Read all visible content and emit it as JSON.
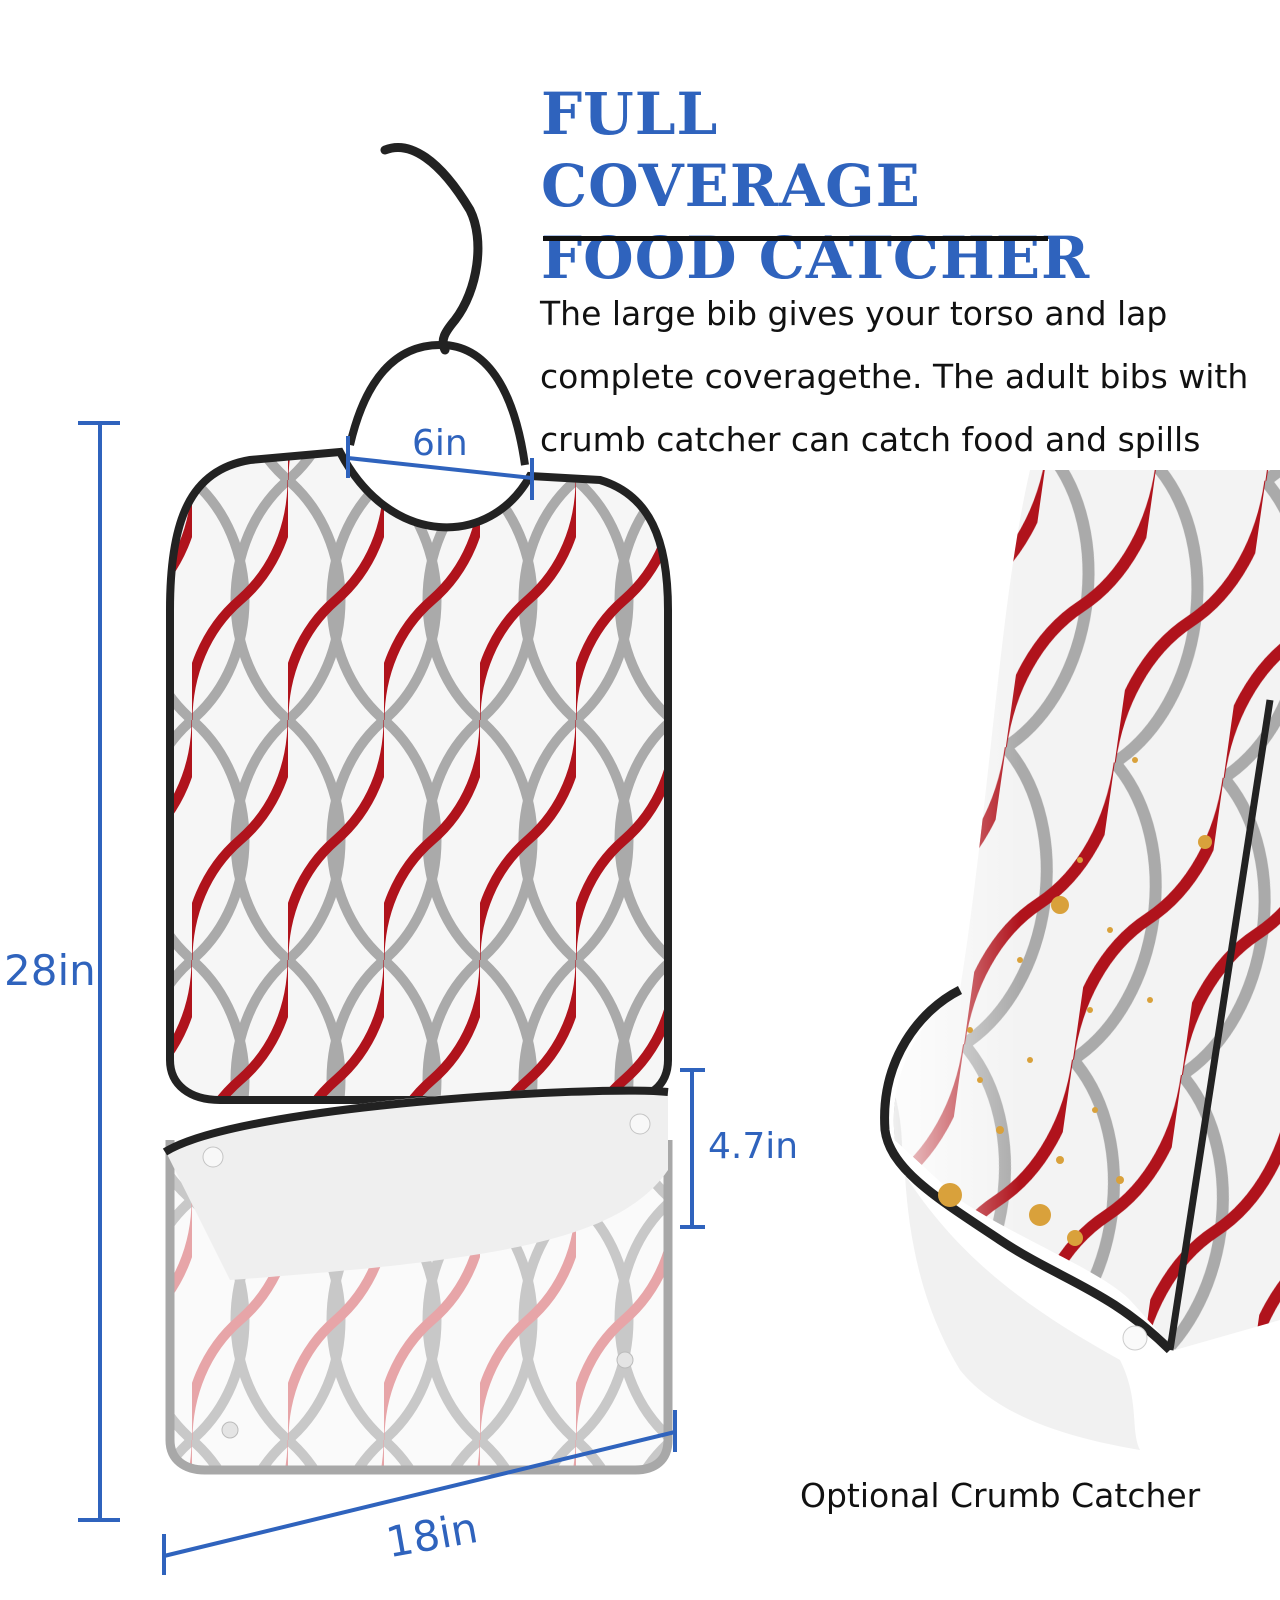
{
  "heading": {
    "line1": "FULL COVERAGE",
    "line2": "FOOD CATCHER"
  },
  "description": {
    "line1": "The large bib gives your torso and lap",
    "line2": "complete coveragethe. The adult bibs with",
    "line3": "crumb catcher can catch food and spills"
  },
  "dimensions": {
    "neck": "6in",
    "height": "28in",
    "pocket": "4.7in",
    "width": "18in"
  },
  "caption": "Optional Crumb Catcher",
  "colors": {
    "accent": "#2f63bd",
    "pattern_red": "#b0131c",
    "pattern_gray": "#aaaaaa",
    "trim": "#222222"
  }
}
